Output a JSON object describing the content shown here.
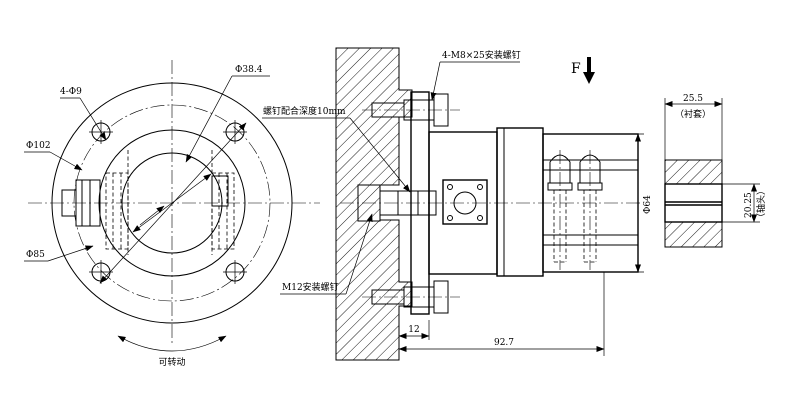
{
  "labels": {
    "hole_pattern": "4-Φ9",
    "pcd_38_4": "Φ38.4",
    "dia_102": "Φ102",
    "dia_85": "Φ85",
    "rotatable": "可转动",
    "bolt_m8": "4-M8×25安装螺钉",
    "screw_depth": "螺钉配合深度10mm",
    "bolt_m12": "M12安装螺钉",
    "dim_12": "12",
    "dim_92_7": "92.7",
    "force": "F",
    "dia_64": "Φ64",
    "dim_25_5": "25.5",
    "bushing": "（衬套）",
    "dim_20_25": "20.25",
    "shaft_head": "（轴头）"
  }
}
